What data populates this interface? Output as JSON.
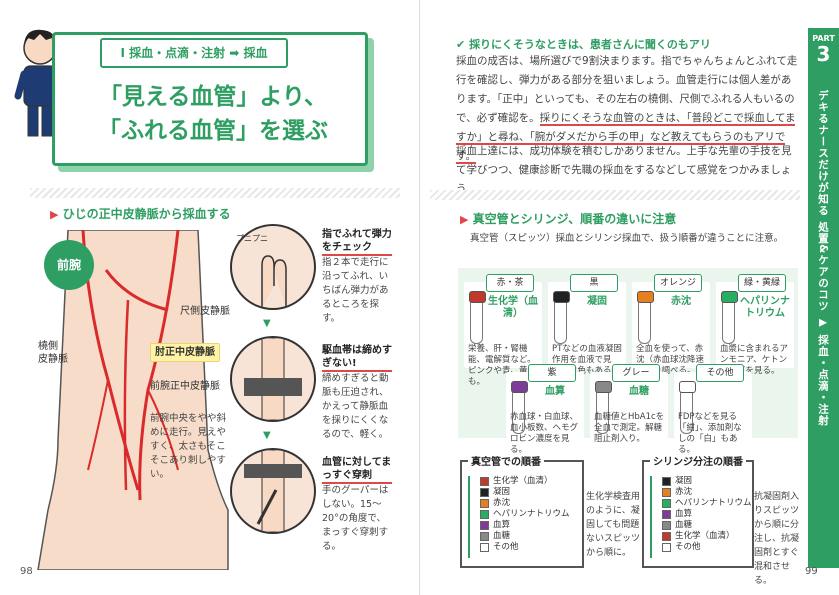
{
  "left": {
    "tag": "I 採血・点滴・注射 ➡ 採血",
    "title_line1": "「見える血管」より、",
    "title_line2": "「ふれる血管」を選ぶ",
    "section_head": "ひじの正中皮静脈から採血する",
    "forearm_badge": "前腕",
    "vein_ulnar": "尺側皮静脈",
    "vein_radial_1": "橈側",
    "vein_radial_2": "皮静脈",
    "vein_median_cubital": "肘正中皮静脈",
    "vein_median_forearm": "前腕正中皮静脈",
    "arm_note": "前腕中央をやや斜めに走行。見えやすく、太さもそこそこあり刺しやすい。",
    "step1_title": "指でふれて弾力をチェック",
    "step1_body": "指２本で走行に沿ってふれ、いちばん弾力があるところを探す。",
    "step2_title": "駆血帯は締めすぎない!",
    "step2_body": "締めすぎると動脈も圧迫され、かえって静脈血を採りにくくなるので、軽く。",
    "step3_title": "血管に対してまっすぐ穿刺",
    "step3_body": "手のグーパーはしない。15〜20°の角度で、まっすぐ穿刺する。",
    "finger_label": "プニプニ",
    "page_number": "98"
  },
  "right": {
    "tab_part": "PART",
    "tab_num": "3",
    "tab_text": "デキるナースだけが知る 処置&ケアのコツ ▶ 採血・点滴・注射",
    "head1": "採りにくそうなときは、患者さんに聞くのもアリ",
    "para1": "採血の成否は、場所選びで9割決まります。指でちゃんちょんとふれて走行を確認し、弾力がある部分を狙いましょう。血管走行には個人差があります。「正中」といっても、その左右の橈側、尺側でふれる人もいるので、必ず確認を。",
    "para1_ul": "採りにくそうな血管のときは、「普段どこで採血してますか」と尋ね、「腕がダメだから手の甲」など教えてもらうのもアリです。",
    "para2": "採血上達には、成功体験を積むしかありません。上手な先輩の手技を見て学びつつ、健康診断で先職の採血をするなどして感覚をつかみましょう。",
    "head2": "真空管とシリンジ、順番の違いに注意",
    "intro2": "真空管（スピッツ）採血とシリンジ採血で、扱う順番が違うことに注意。",
    "tubes": [
      {
        "cap": "赤・茶",
        "result": "生化学（血清）",
        "desc": "栄養、肝・腎機能、電解質など。ピンクや青、黄も。",
        "color": "#c0392b"
      },
      {
        "cap": "黒",
        "result": "凝固",
        "desc": "PTなどの血液凝固作用を血液で見る。水色もある。",
        "color": "#222222"
      },
      {
        "cap": "オレンジ",
        "result": "赤沈",
        "desc": "全血を使って、赤沈（赤血球沈降速度）を調べる。",
        "color": "#e67e22"
      },
      {
        "cap": "緑・黄緑",
        "result": "ヘパリンナトリウム",
        "desc": "血漿に含まれるアンモニア、ケトン体などを見る。",
        "color": "#27ae60"
      },
      {
        "cap": "紫",
        "result": "血算",
        "desc": "赤血球・白血球、血小板数、ヘモグロビン濃度を見る。",
        "color": "#7d3c98"
      },
      {
        "cap": "グレー",
        "result": "血糖",
        "desc": "血糖値とHbA1cを全血で測定。解糖阻止剤入り。",
        "color": "#888888"
      },
      {
        "cap": "その他",
        "result": "",
        "desc": "FDPなどを見る「紺」、添加剤なしの「白」もある。",
        "color": "#ffffff"
      }
    ],
    "vac_title": "真空管での順番",
    "vac_items": [
      {
        "label": "生化学（血清）",
        "color": "#c0392b"
      },
      {
        "label": "凝固",
        "color": "#222222"
      },
      {
        "label": "赤沈",
        "color": "#e67e22"
      },
      {
        "label": "ヘパリンナトリウム",
        "color": "#27ae60"
      },
      {
        "label": "血算",
        "color": "#7d3c98"
      },
      {
        "label": "血糖",
        "color": "#888888"
      },
      {
        "label": "その他",
        "color": "#ffffff"
      }
    ],
    "vac_note": "生化学検査用のように、凝固しても問題ないスピッツから順に。",
    "syr_title": "シリンジ分注の順番",
    "syr_items": [
      {
        "label": "凝固",
        "color": "#222222"
      },
      {
        "label": "赤沈",
        "color": "#e67e22"
      },
      {
        "label": "ヘパリンナトリウム",
        "color": "#27ae60"
      },
      {
        "label": "血算",
        "color": "#7d3c98"
      },
      {
        "label": "血糖",
        "color": "#888888"
      },
      {
        "label": "生化学（血清）",
        "color": "#c0392b"
      },
      {
        "label": "その他",
        "color": "#ffffff"
      }
    ],
    "syr_note": "抗凝固剤入りスピッツから順に分注し、抗凝固剤とすぐ混和させる。",
    "page_number": "99"
  }
}
